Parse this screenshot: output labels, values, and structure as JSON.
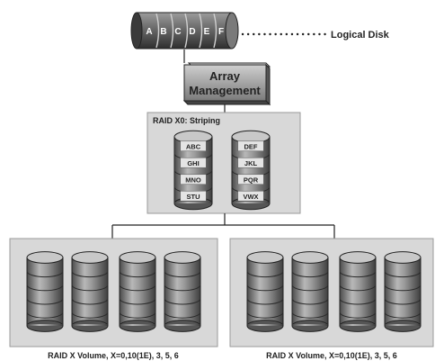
{
  "logical_disk": {
    "segments": [
      "A",
      "B",
      "C",
      "D",
      "E",
      "F"
    ],
    "label": "Logical Disk"
  },
  "array_management": {
    "line1": "Array",
    "line2": "Management"
  },
  "striping": {
    "title": "RAID X0: Striping",
    "left_disk": [
      "ABC",
      "GHI",
      "MNO",
      "STU"
    ],
    "right_disk": [
      "DEF",
      "JKL",
      "PQR",
      "VWX"
    ]
  },
  "volumes": [
    {
      "label": "RAID X Volume, X=0,10(1E), 3, 5, 6"
    },
    {
      "label": "RAID X Volume, X=0,10(1E), 3, 5, 6"
    }
  ],
  "colors": {
    "panel_fill": "#d8d8d8",
    "panel_border": "#9a9a9a",
    "disk_dark": "#5a5a5a",
    "disk_light": "#a8a8a8",
    "label_plate": "#e4e4e4"
  }
}
